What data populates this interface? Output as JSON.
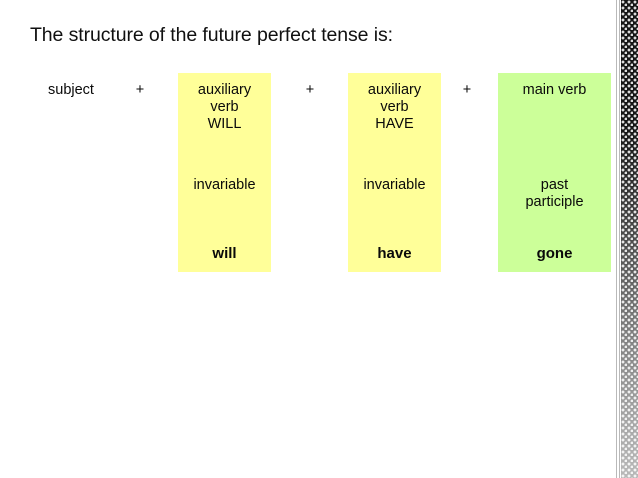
{
  "slide": {
    "title": "The structure of the future perfect tense is:",
    "background_color": "#ffffff"
  },
  "colors": {
    "auxiliary_box": "#ffff99",
    "main_verb_box": "#ccff99",
    "text": "#0a0a0a"
  },
  "formula": {
    "subject_label": "subject",
    "plus_1": "+",
    "plus_2": "+",
    "plus_3": "+",
    "columns": [
      {
        "head": "auxiliary\nverb\nWILL",
        "middle": "invariable",
        "example": "will",
        "color": "#ffff99"
      },
      {
        "head": "auxiliary\nverb\nHAVE",
        "middle": "invariable",
        "example": "have",
        "color": "#ffff99"
      },
      {
        "head": "main verb",
        "middle": "past\nparticiple",
        "example": "gone",
        "color": "#ccff99"
      }
    ]
  },
  "decoration": {
    "right_strip": "halftone-dot-strip"
  }
}
